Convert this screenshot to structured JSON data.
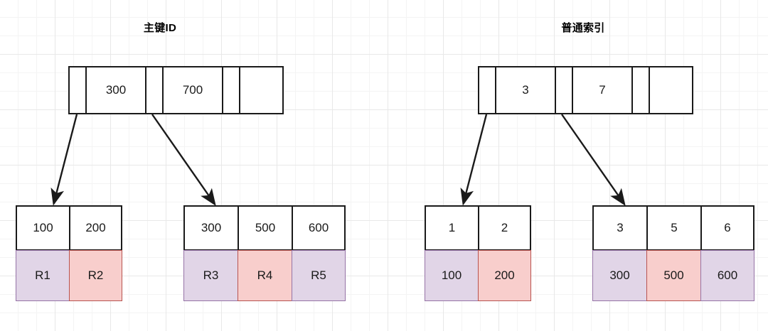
{
  "diagram": {
    "kind": "b-plus-tree-index-comparison",
    "background": "#ffffff",
    "grid_color": "#e8e8e8",
    "colors": {
      "stroke": "#1a1a1a",
      "purple_fill": "#e1d5e7",
      "purple_stroke": "#9673a6",
      "pink_fill": "#f8cecc",
      "pink_stroke": "#b85450"
    }
  },
  "left_tree": {
    "title": "主键ID",
    "root": {
      "cells": [
        "",
        "300",
        "",
        "700",
        "",
        ""
      ]
    },
    "leaves": [
      {
        "keys": [
          "100",
          "200"
        ],
        "data": [
          "R1",
          "R2"
        ],
        "data_fills": [
          "purple",
          "pink"
        ]
      },
      {
        "keys": [
          "300",
          "500",
          "600"
        ],
        "data": [
          "R3",
          "R4",
          "R5"
        ],
        "data_fills": [
          "purple",
          "pink",
          "purple"
        ]
      }
    ]
  },
  "right_tree": {
    "title": "普通索引",
    "root": {
      "cells": [
        "",
        "3",
        "",
        "7",
        "",
        ""
      ]
    },
    "leaves": [
      {
        "keys": [
          "1",
          "2"
        ],
        "data": [
          "100",
          "200"
        ],
        "data_fills": [
          "purple",
          "pink"
        ]
      },
      {
        "keys": [
          "3",
          "5",
          "6"
        ],
        "data": [
          "300",
          "500",
          "600"
        ],
        "data_fills": [
          "purple",
          "pink",
          "purple"
        ]
      }
    ]
  }
}
